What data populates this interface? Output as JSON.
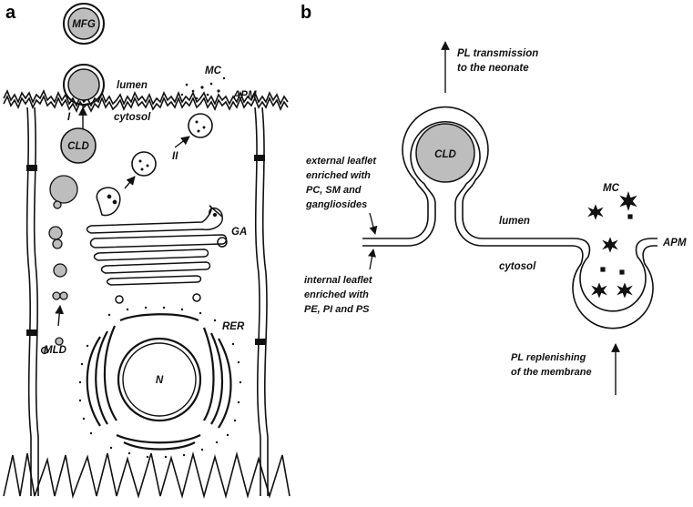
{
  "panels": {
    "a": "a",
    "b": "b"
  },
  "panel_a": {
    "mfg": "MFG",
    "lumen": "lumen",
    "mc": "MC",
    "apm": "APM",
    "step_1": "I",
    "cytosol": "cytosol",
    "cld": "CLD",
    "step_2": "II",
    "ga": "GA",
    "rer": "RER",
    "nucleus": "N",
    "mld": "MLD"
  },
  "panel_b": {
    "pl_transmission_1": "PL transmission",
    "pl_transmission_2": "to the neonate",
    "cld": "CLD",
    "external_1": "external leaflet",
    "external_2": "enriched with",
    "external_3": "PC, SM and",
    "external_4": "gangliosides",
    "mc": "MC",
    "lumen": "lumen",
    "apm": "APM",
    "cytosol": "cytosol",
    "internal_1": "internal leaflet",
    "internal_2": "enriched with",
    "internal_3": "PE, PI and PS",
    "pl_replenish_1": "PL replenishing",
    "pl_replenish_2": "of the membrane"
  },
  "colors": {
    "line": "#111111",
    "droplet_fill": "#bdbdbd",
    "background": "#ffffff"
  }
}
